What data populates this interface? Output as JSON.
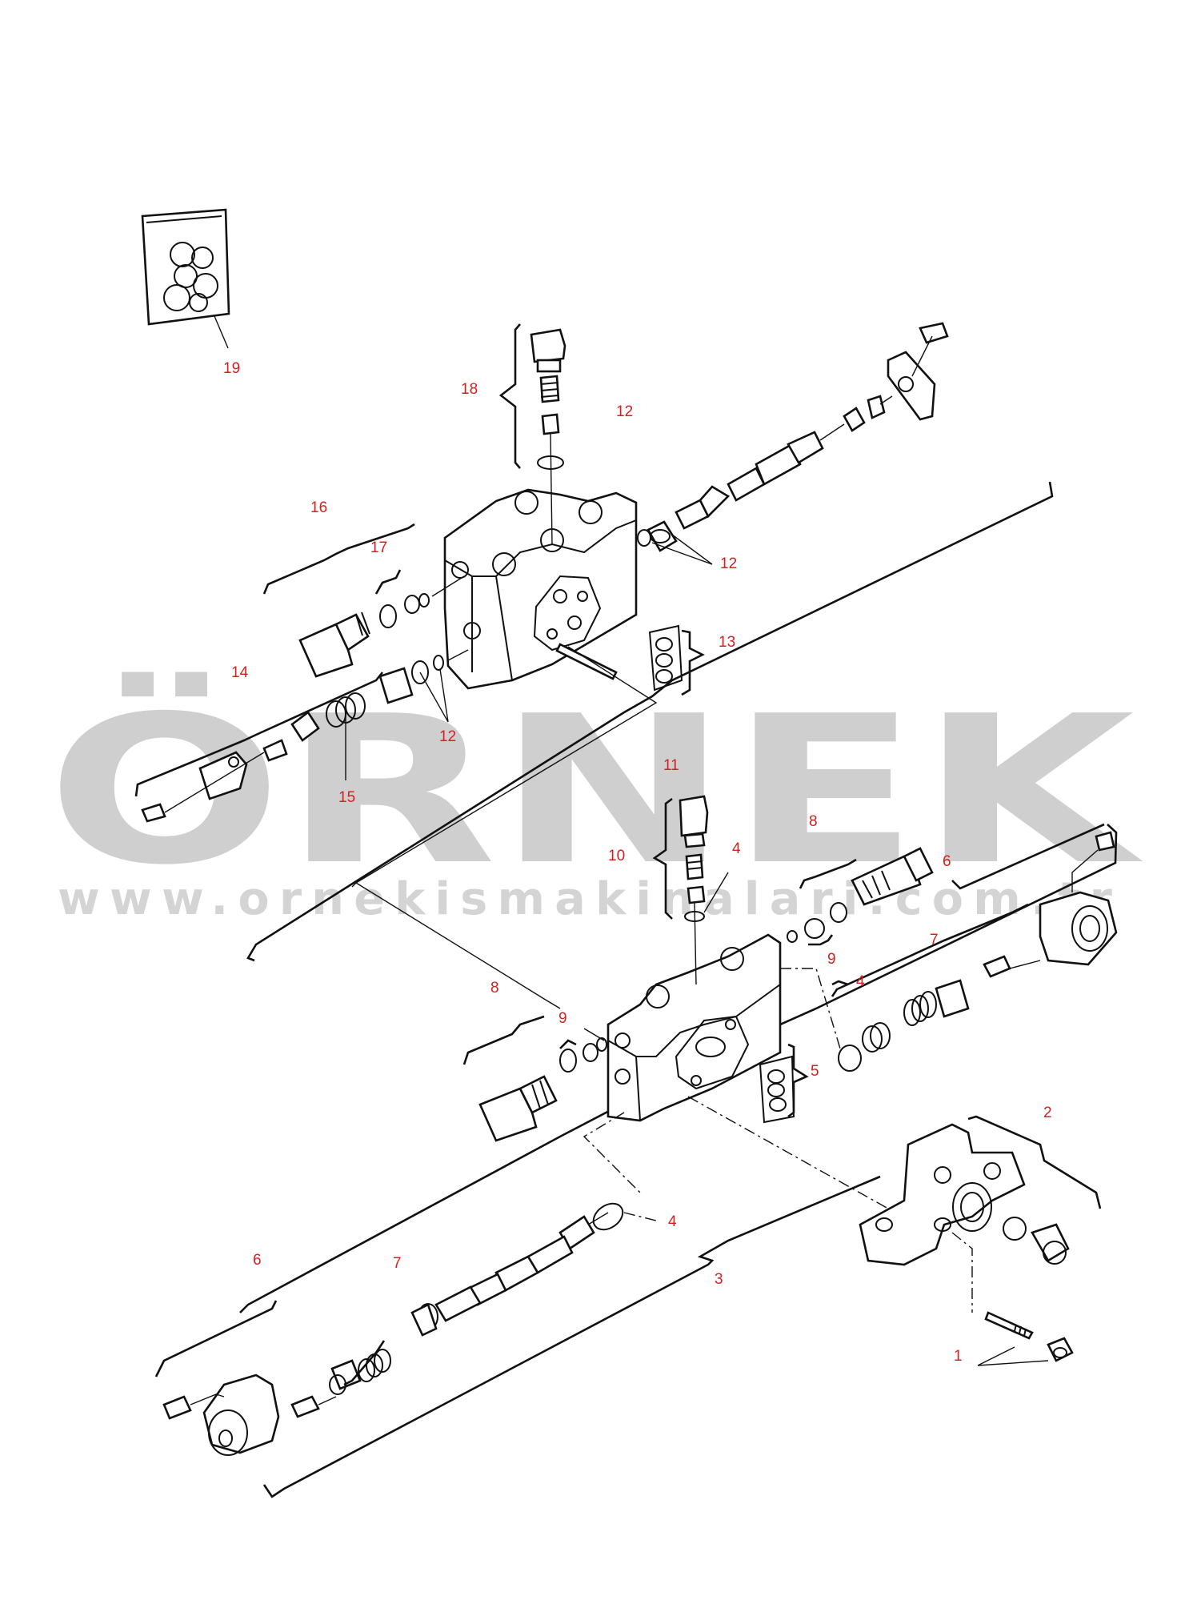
{
  "watermark": {
    "brand": "ÖRNEK",
    "url": "www.ornekismakinalari.com.tr",
    "brand_color": "#cfcfcf",
    "accent_color": "#f6dc8c"
  },
  "callout_color": "#d42020",
  "callouts": [
    {
      "id": "19",
      "label": "19"
    },
    {
      "id": "18",
      "label": "18"
    },
    {
      "id": "12a",
      "label": "12"
    },
    {
      "id": "16",
      "label": "16"
    },
    {
      "id": "17",
      "label": "17"
    },
    {
      "id": "12b",
      "label": "12"
    },
    {
      "id": "13",
      "label": "13"
    },
    {
      "id": "14",
      "label": "14"
    },
    {
      "id": "12c",
      "label": "12"
    },
    {
      "id": "15",
      "label": "15"
    },
    {
      "id": "11",
      "label": "11"
    },
    {
      "id": "8a",
      "label": "8"
    },
    {
      "id": "10",
      "label": "10"
    },
    {
      "id": "4a",
      "label": "4"
    },
    {
      "id": "6a",
      "label": "6"
    },
    {
      "id": "9a",
      "label": "9"
    },
    {
      "id": "7a",
      "label": "7"
    },
    {
      "id": "4b",
      "label": "4"
    },
    {
      "id": "8b",
      "label": "8"
    },
    {
      "id": "9b",
      "label": "9"
    },
    {
      "id": "5",
      "label": "5"
    },
    {
      "id": "2",
      "label": "2"
    },
    {
      "id": "4c",
      "label": "4"
    },
    {
      "id": "3",
      "label": "3"
    },
    {
      "id": "6b",
      "label": "6"
    },
    {
      "id": "7b",
      "label": "7"
    },
    {
      "id": "1",
      "label": "1"
    }
  ],
  "icons": [
    "seal-kit-icon",
    "valve-body-icon",
    "spool-icon",
    "spring-icon",
    "o-ring-icon",
    "bolt-icon",
    "plug-icon",
    "cap-icon",
    "bracket-icon"
  ]
}
